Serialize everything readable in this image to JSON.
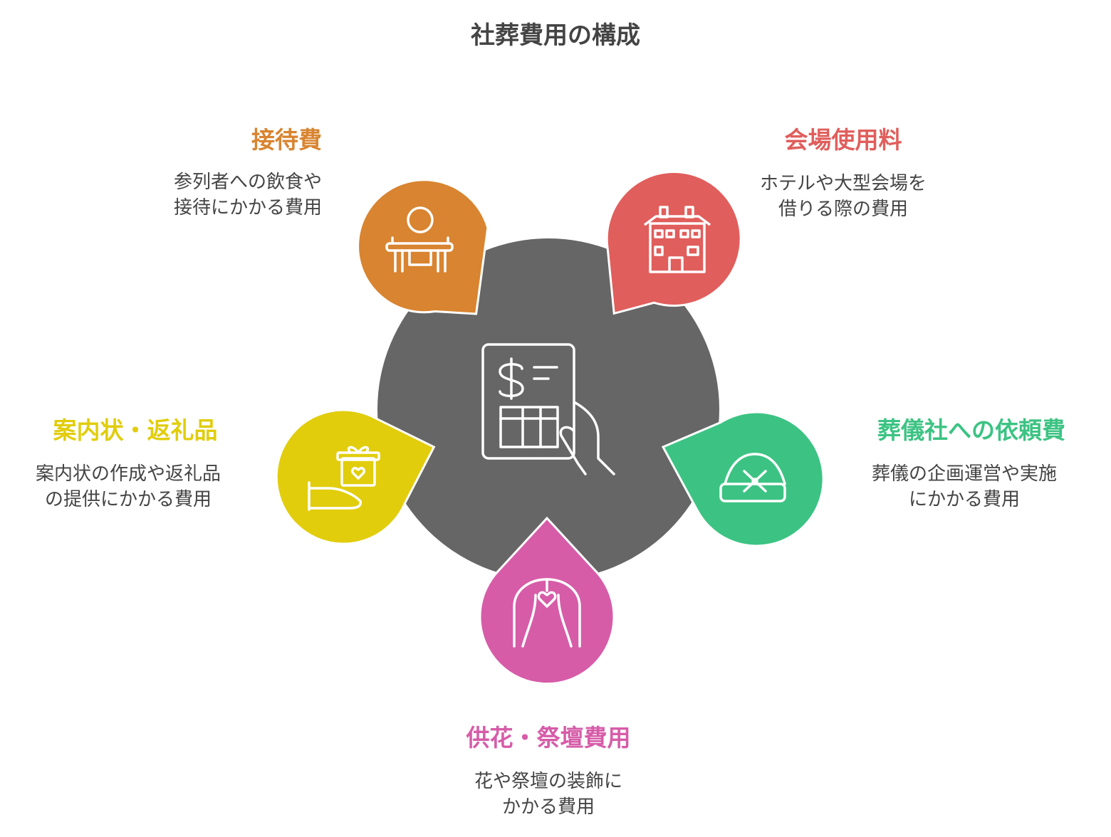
{
  "title": "社葬費用の構成",
  "colors": {
    "center": "#666666",
    "entertainment": "#D98430",
    "venue": "#E05E5C",
    "funeral_company": "#3CC383",
    "flowers": "#D65CA8",
    "invitations": "#E1CD0C"
  },
  "segments": {
    "entertainment": {
      "label": "接待費",
      "desc": [
        "参列者への飲食や",
        "接待にかかる費用"
      ],
      "icon": "dining-table-icon"
    },
    "venue": {
      "label": "会場使用料",
      "desc": [
        "ホテルや大型会場を",
        "借りる際の費用"
      ],
      "icon": "hotel-building-icon"
    },
    "funeral_company": {
      "label": "葬儀社への依頼費",
      "desc": [
        "葬儀の企画運営や実施",
        "にかかる費用"
      ],
      "icon": "service-tent-icon"
    },
    "flowers": {
      "label": "供花・祭壇費用",
      "desc": [
        "花や祭壇の装飾に",
        "かかる費用"
      ],
      "icon": "stage-curtain-icon"
    },
    "invitations": {
      "label": "案内状・返礼品",
      "desc": [
        "案内状の作成や返礼品",
        "の提供にかかる費用"
      ],
      "icon": "gift-hand-icon"
    }
  },
  "center_icon": "invoice-hand-icon"
}
